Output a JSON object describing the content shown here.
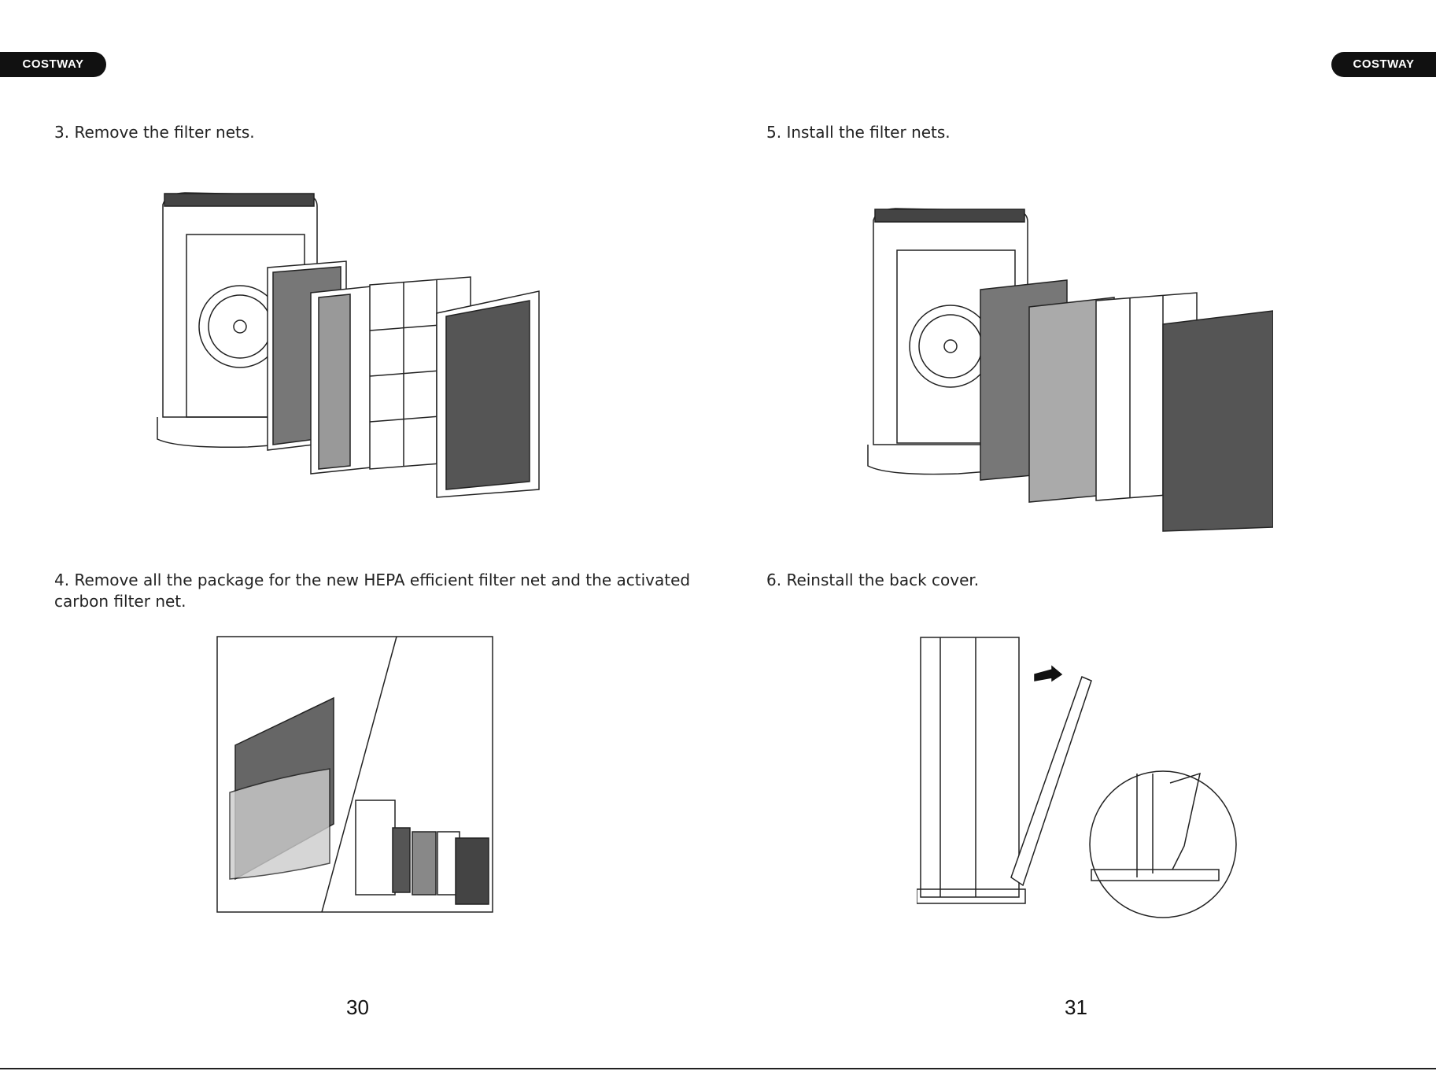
{
  "brand": {
    "left": "COSTWAY",
    "right": "COSTWAY"
  },
  "steps": {
    "s3": "3. Remove the filter nets.",
    "s4_line1": "4. Remove all the package for the new HEPA efficient filter net and the activated",
    "s4_line2": "carbon filter net.",
    "s5": "5. Install the filter nets.",
    "s6": "6. Reinstall the back cover."
  },
  "pages": {
    "left": "30",
    "right": "31"
  }
}
